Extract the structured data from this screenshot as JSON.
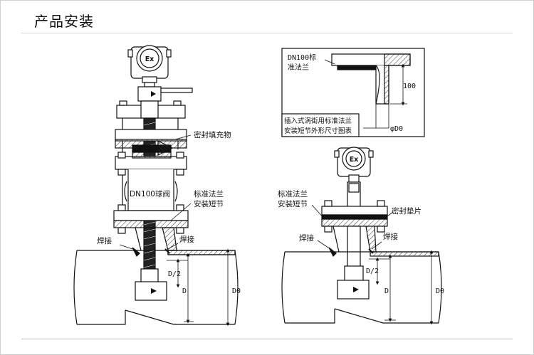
{
  "title": "产品安装",
  "left": {
    "ex_mark": "Ex",
    "sealing_filler": "密封填充物",
    "ball_valve": "DN100球阀",
    "flange_nipple_line1": "标准法兰",
    "flange_nipple_line2": "安装短节",
    "weld_left": "焊接",
    "weld_right": "焊接",
    "dim_d2": "D/2",
    "dim_d": "D",
    "dim_d0": "D0"
  },
  "inset": {
    "flange_line1": "DN100标",
    "flange_line2": "准法兰",
    "dim_100": "100",
    "dim_phi": "φD0",
    "caption_line1": "插入式涡街用标准法兰",
    "caption_line2": "安装短节外形尺寸图表"
  },
  "right": {
    "ex_mark": "Ex",
    "flange_nipple_line1": "标准法兰",
    "flange_nipple_line2": "安装短节",
    "gasket": "密封垫片",
    "weld_left": "焊接",
    "weld_right": "焊接",
    "dim_d2": "D/2",
    "dim_d": "D",
    "dim_d0": "D0"
  }
}
